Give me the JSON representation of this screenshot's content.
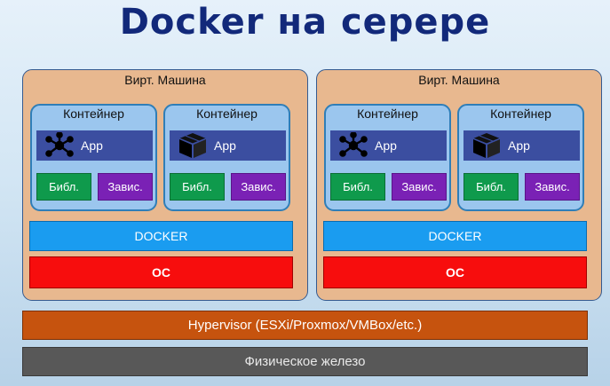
{
  "title": "Docker на серере",
  "vms": [
    {
      "label": "Вирт. Машина",
      "containers": [
        {
          "label": "Контейнер",
          "app_icon": "network-icon",
          "app_label": "App",
          "lib_label": "Библ.",
          "dep_label": "Завис."
        },
        {
          "label": "Контейнер",
          "app_icon": "package-icon",
          "app_label": "App",
          "lib_label": "Библ.",
          "dep_label": "Завис."
        }
      ],
      "docker_label": "DOCKER",
      "os_label": "OC"
    },
    {
      "label": "Вирт. Машина",
      "containers": [
        {
          "label": "Контейнер",
          "app_icon": "network-icon",
          "app_label": "App",
          "lib_label": "Библ.",
          "dep_label": "Завис."
        },
        {
          "label": "Контейнер",
          "app_icon": "package-icon",
          "app_label": "App",
          "lib_label": "Библ.",
          "dep_label": "Завис."
        }
      ],
      "docker_label": "DOCKER",
      "os_label": "OC"
    }
  ],
  "hypervisor_label": "Hypervisor (ESXi/Proxmox/VMBox/etc.)",
  "hardware_label": "Физическое железо",
  "colors": {
    "title": "#12297a",
    "vm": "#e8b88f",
    "container": "#9bc6ee",
    "app": "#3b4ea0",
    "lib": "#0f9a4c",
    "dep": "#7a21b5",
    "docker": "#1a9cf0",
    "os": "#f70d0d",
    "hypervisor": "#c6530e",
    "hardware": "#585858"
  }
}
